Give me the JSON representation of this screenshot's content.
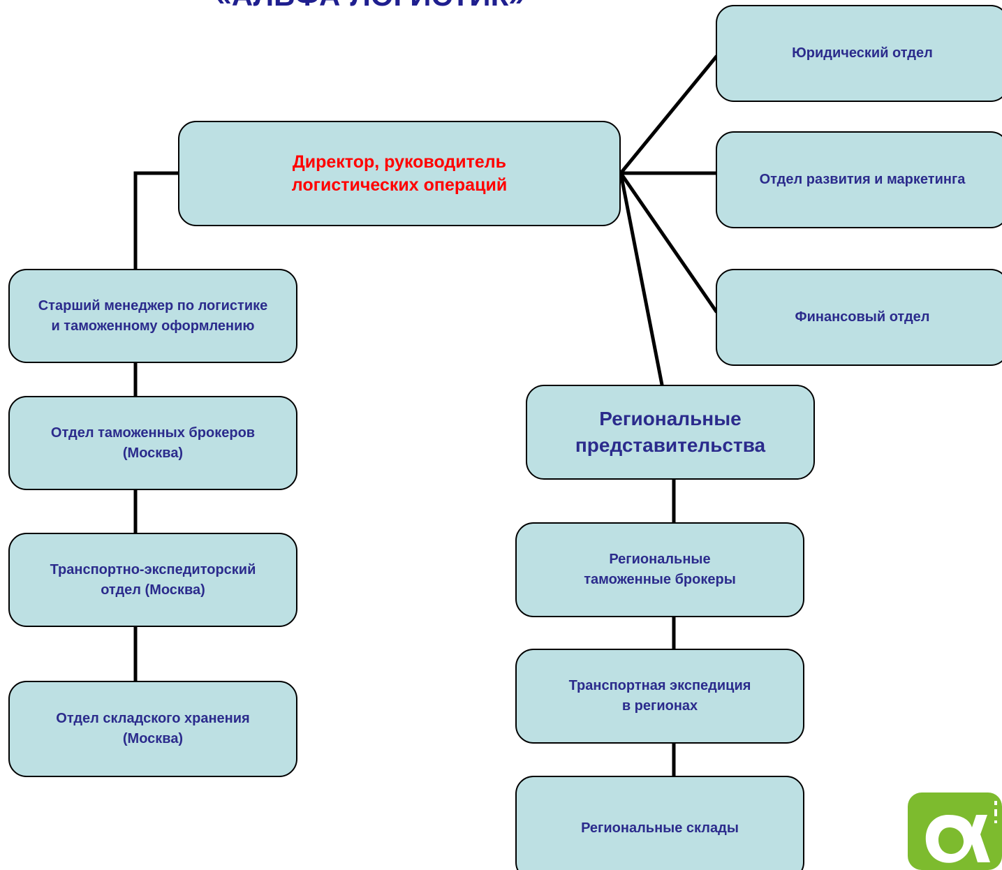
{
  "title": "«АЛЬФА-ЛОГИСТИК»",
  "colors": {
    "box_fill": "#bde0e3",
    "box_text": "#2b2b8c",
    "director_text": "#ff0000",
    "title_text": "#1f1f8f",
    "logo_green": "#7dbb2e"
  },
  "nodes": {
    "director": "Директор, руководитель\nлогистических операций",
    "legal": "Юридический отдел",
    "marketing": "Отдел развития и маркетинга",
    "finance": "Финансовый отдел",
    "senior_manager": "Старший менеджер по логистике\nи таможенному оформлению",
    "customs_brokers": "Отдел таможенных брокеров\n(Москва)",
    "forwarding": "Транспортно-экспедиторский\nотдел (Москва)",
    "warehouse": "Отдел складского хранения\n(Москва)",
    "regional": "Региональные\nпредставительства",
    "regional_brokers": "Региональные\nтаможенные брокеры",
    "regional_transport": "Транспортная экспедиция\nв регионах",
    "regional_warehouses": "Региональные склады"
  },
  "logo": {
    "icon": "alpha-logo-icon"
  }
}
